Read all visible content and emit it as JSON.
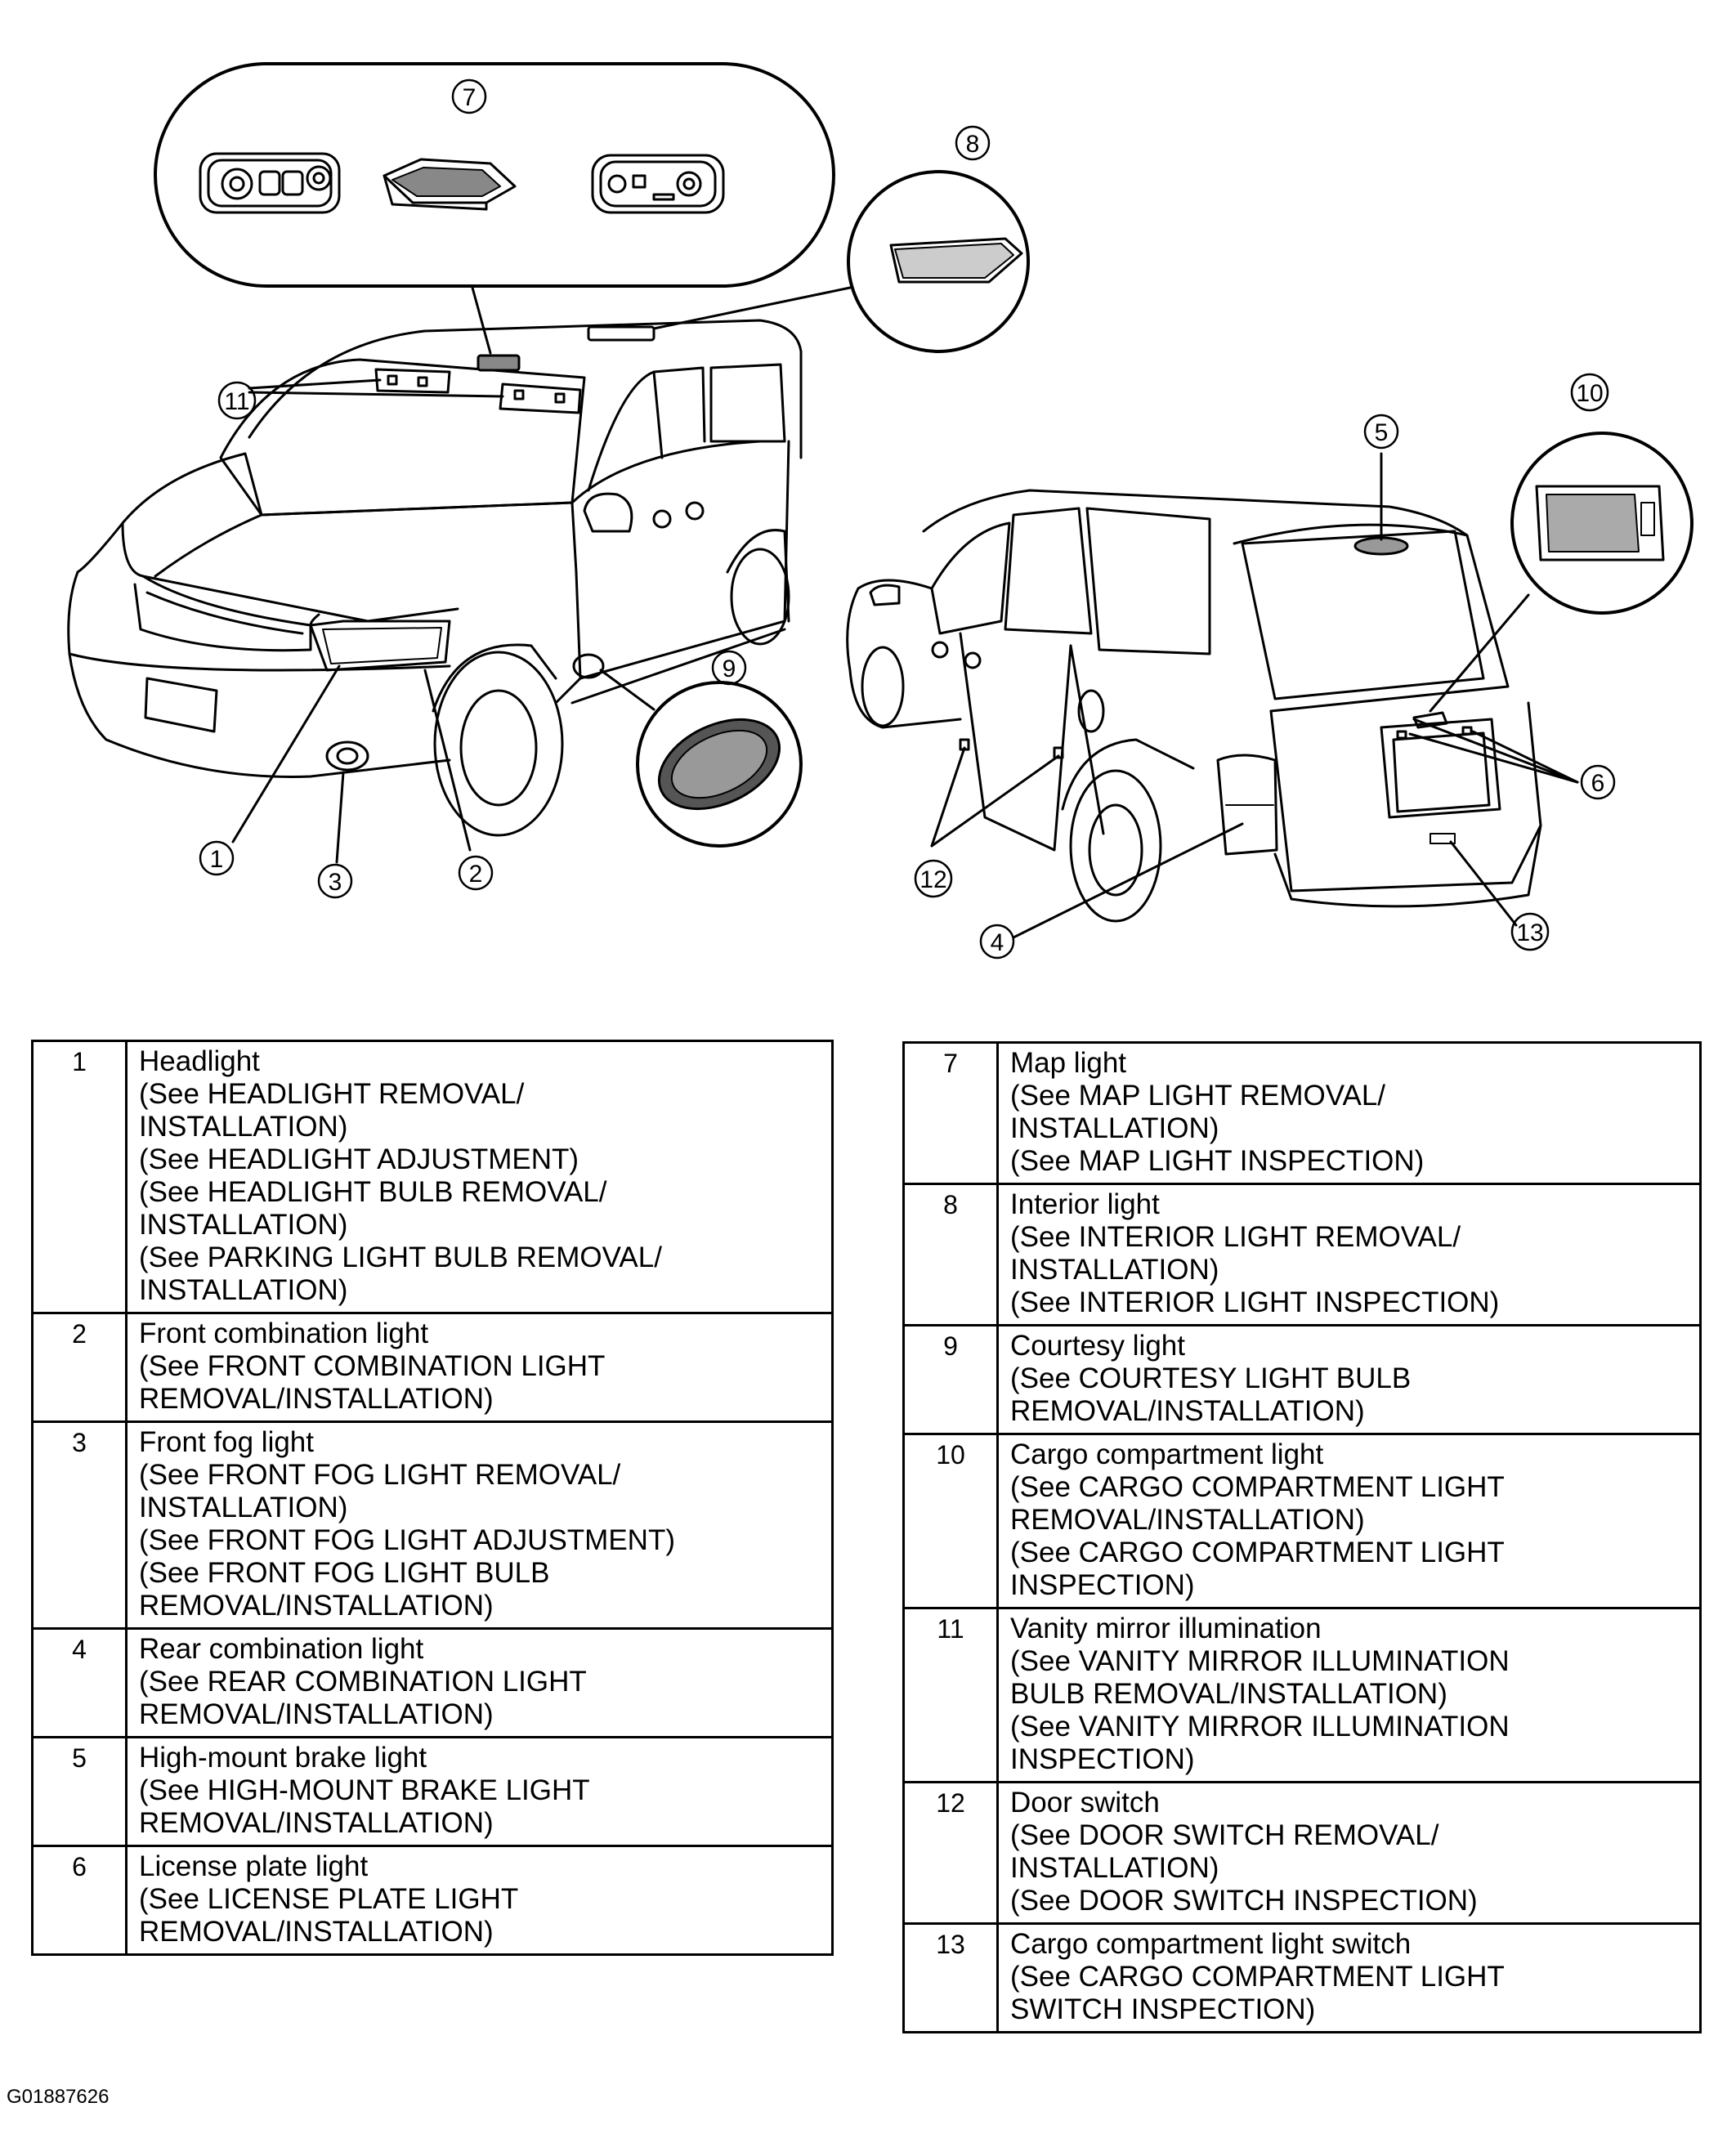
{
  "callouts": [
    "7",
    "8",
    "11",
    "5",
    "10",
    "9",
    "6",
    "1",
    "3",
    "2",
    "12",
    "4",
    "13"
  ],
  "table_left": [
    {
      "num": "1",
      "title": "Headlight",
      "refs": [
        "(See HEADLIGHT REMOVAL/\nINSTALLATION)",
        "(See HEADLIGHT ADJUSTMENT)",
        "(See HEADLIGHT BULB REMOVAL/\nINSTALLATION)",
        "(See PARKING LIGHT BULB REMOVAL/\nINSTALLATION)"
      ]
    },
    {
      "num": "2",
      "title": "Front combination light",
      "refs": [
        "(See FRONT COMBINATION LIGHT\nREMOVAL/INSTALLATION)"
      ]
    },
    {
      "num": "3",
      "title": "Front fog light",
      "refs": [
        "(See FRONT FOG LIGHT REMOVAL/\nINSTALLATION)",
        "(See FRONT FOG LIGHT ADJUSTMENT)",
        "(See FRONT FOG LIGHT BULB\nREMOVAL/INSTALLATION)"
      ]
    },
    {
      "num": "4",
      "title": "Rear combination light",
      "refs": [
        "(See REAR COMBINATION LIGHT\nREMOVAL/INSTALLATION)"
      ]
    },
    {
      "num": "5",
      "title": "High-mount brake light",
      "refs": [
        "(See HIGH-MOUNT BRAKE LIGHT\nREMOVAL/INSTALLATION)"
      ]
    },
    {
      "num": "6",
      "title": "License plate light",
      "refs": [
        "(See LICENSE PLATE LIGHT\nREMOVAL/INSTALLATION)"
      ]
    }
  ],
  "table_right": [
    {
      "num": "7",
      "title": "Map light",
      "refs": [
        "(See MAP LIGHT REMOVAL/\nINSTALLATION)",
        "(See MAP LIGHT INSPECTION)"
      ]
    },
    {
      "num": "8",
      "title": "Interior light",
      "refs": [
        "(See INTERIOR LIGHT REMOVAL/\nINSTALLATION)",
        "(See INTERIOR LIGHT INSPECTION)"
      ]
    },
    {
      "num": "9",
      "title": "Courtesy light",
      "refs": [
        "(See COURTESY LIGHT BULB\nREMOVAL/INSTALLATION)"
      ]
    },
    {
      "num": "10",
      "title": "Cargo compartment light",
      "refs": [
        "(See CARGO COMPARTMENT LIGHT\nREMOVAL/INSTALLATION)",
        "(See CARGO COMPARTMENT LIGHT\nINSPECTION)"
      ]
    },
    {
      "num": "11",
      "title": "Vanity mirror illumination",
      "refs": [
        "(See VANITY MIRROR ILLUMINATION\nBULB REMOVAL/INSTALLATION)",
        "(See VANITY MIRROR ILLUMINATION\nINSPECTION)"
      ]
    },
    {
      "num": "12",
      "title": "Door switch",
      "refs": [
        "(See DOOR SWITCH REMOVAL/\nINSTALLATION)",
        "(See DOOR SWITCH INSPECTION)"
      ]
    },
    {
      "num": "13",
      "title": "Cargo compartment light switch",
      "refs": [
        "(See CARGO COMPARTMENT LIGHT\nSWITCH INSPECTION)"
      ]
    }
  ],
  "figure_code": "G01887626"
}
